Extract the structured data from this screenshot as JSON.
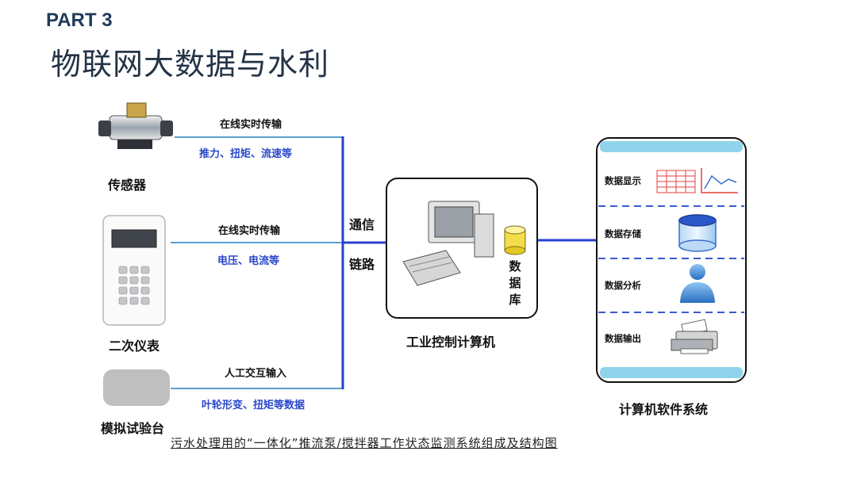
{
  "header": {
    "part": "PART 3",
    "title": "物联网大数据与水利"
  },
  "diagram": {
    "sources": [
      {
        "name": "传感器",
        "transfer": "在线实时传输",
        "data": "推力、扭矩、流速等"
      },
      {
        "name": "二次仪表",
        "transfer": "在线实时传输",
        "data": "电压、电流等"
      },
      {
        "name": "模拟试验台",
        "transfer": "人工交互输入",
        "data": "叶轮形变、扭矩等数据"
      }
    ],
    "link": {
      "line1": "通信",
      "line2": "链路"
    },
    "computer": {
      "label": "工业控制计算机",
      "db": "数据库"
    },
    "software": {
      "label": "计算机软件系统",
      "rows": [
        "数据显示",
        "数据存储",
        "数据分析",
        "数据输出"
      ]
    },
    "colors": {
      "line": "#5a9fd0",
      "bus": "#2a3fcf",
      "dash": "#3a5ad0",
      "bar": "#8fd4ea"
    }
  },
  "caption": "污水处理用的“一体化”推流泵/搅拌器工作状态监测系统组成及结构图"
}
